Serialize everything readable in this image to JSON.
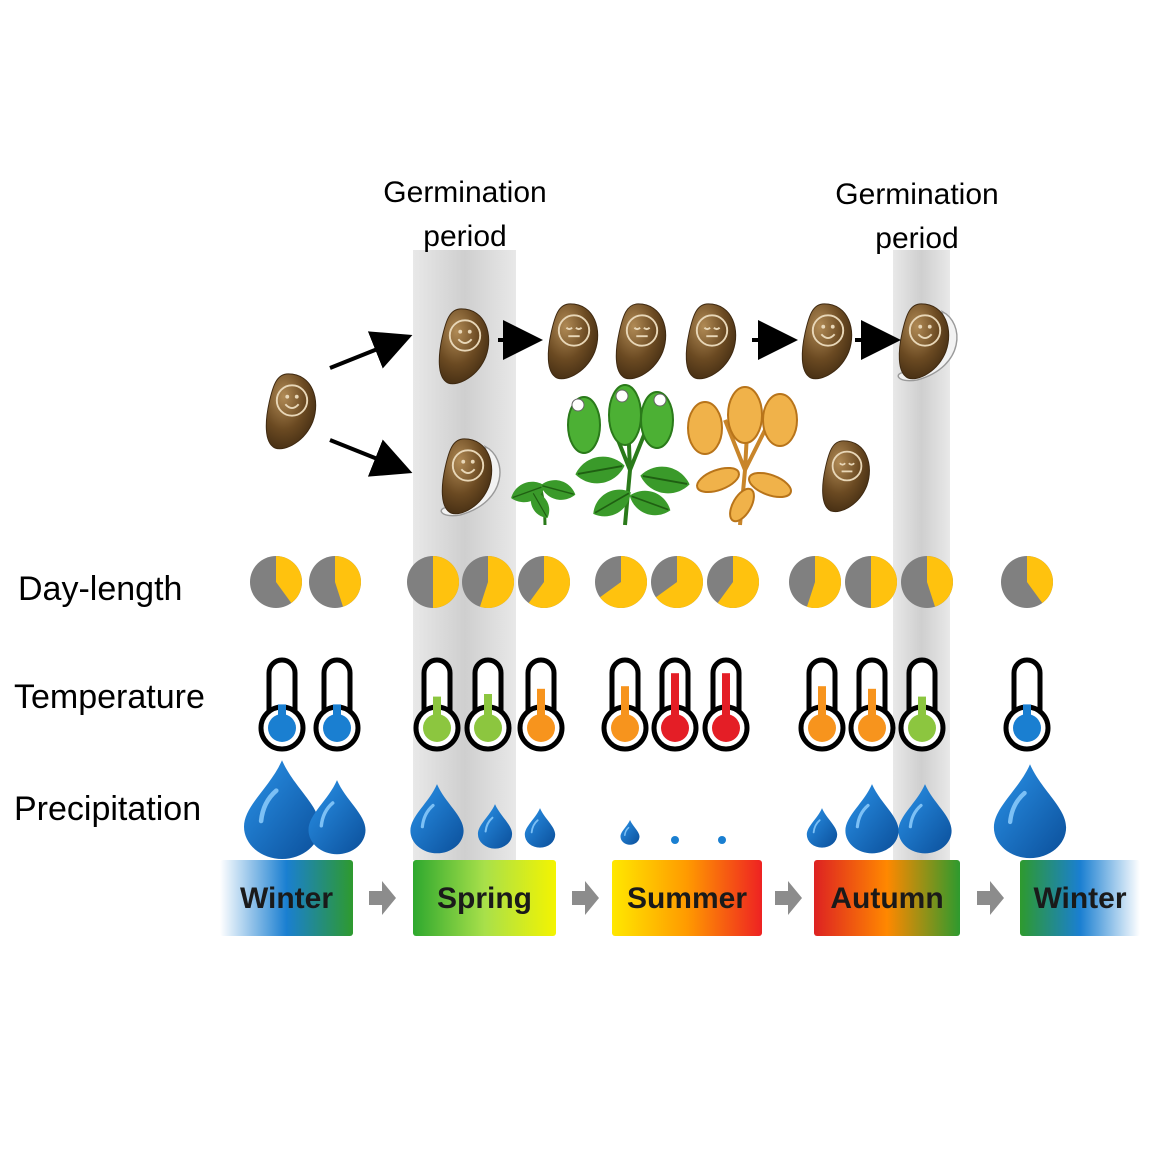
{
  "germination_labels": [
    {
      "line1": "Germination",
      "line2": "period"
    },
    {
      "line1": "Germination",
      "line2": "period"
    }
  ],
  "row_labels": {
    "day_length": "Day-length",
    "temperature": "Temperature",
    "precipitation": "Precipitation"
  },
  "seasons": [
    {
      "label": "Winter",
      "gradient": [
        "#ffffff",
        "#1a7fd1",
        "#2e9a2e"
      ],
      "arrow_after": true
    },
    {
      "label": "Spring",
      "gradient": [
        "#2ea82e",
        "#a8e04a",
        "#f4f400"
      ],
      "arrow_after": true
    },
    {
      "label": "Summer",
      "gradient": [
        "#ffe800",
        "#ff9a00",
        "#ee2222"
      ],
      "arrow_after": true
    },
    {
      "label": "Autumn",
      "gradient": [
        "#dd2222",
        "#ff8800",
        "#2e9a2e"
      ],
      "arrow_after": true
    },
    {
      "label": "Winter",
      "gradient": [
        "#2e9a2e",
        "#1a7fd1",
        "#ffffff"
      ],
      "arrow_after": false
    }
  ],
  "day_length_daylight_fraction": [
    0.4,
    0.45,
    0.5,
    0.55,
    0.6,
    0.65,
    0.65,
    0.6,
    0.55,
    0.5,
    0.45,
    0.4,
    0.38
  ],
  "temperature_levels": [
    {
      "color": "#1a7fd1",
      "fill": 0.3
    },
    {
      "color": "#1a7fd1",
      "fill": 0.3
    },
    {
      "color": "#8cc63f",
      "fill": 0.45
    },
    {
      "color": "#8cc63f",
      "fill": 0.5
    },
    {
      "color": "#f7941d",
      "fill": 0.6
    },
    {
      "color": "#f7941d",
      "fill": 0.65
    },
    {
      "color": "#e41e26",
      "fill": 0.9
    },
    {
      "color": "#e41e26",
      "fill": 0.9
    },
    {
      "color": "#f7941d",
      "fill": 0.65
    },
    {
      "color": "#f7941d",
      "fill": 0.6
    },
    {
      "color": "#8cc63f",
      "fill": 0.45
    },
    {
      "color": "#1a7fd1",
      "fill": 0.3
    }
  ],
  "precipitation_levels": [
    1.0,
    0.75,
    0.7,
    0.45,
    0.4,
    0.25,
    0.07,
    0.07,
    0.4,
    0.7,
    0.7,
    0.95
  ],
  "colors": {
    "seed": "#6b4a22",
    "seed_dark": "#3d2810",
    "daylight": "#ffc20e",
    "night": "#808080",
    "germination_band": "#d9d9d9",
    "water": "#1a7fd1",
    "leaf": "#3a9a2a",
    "dry_plant": "#e8a33a",
    "arrow_season": "#8c8c8c"
  }
}
